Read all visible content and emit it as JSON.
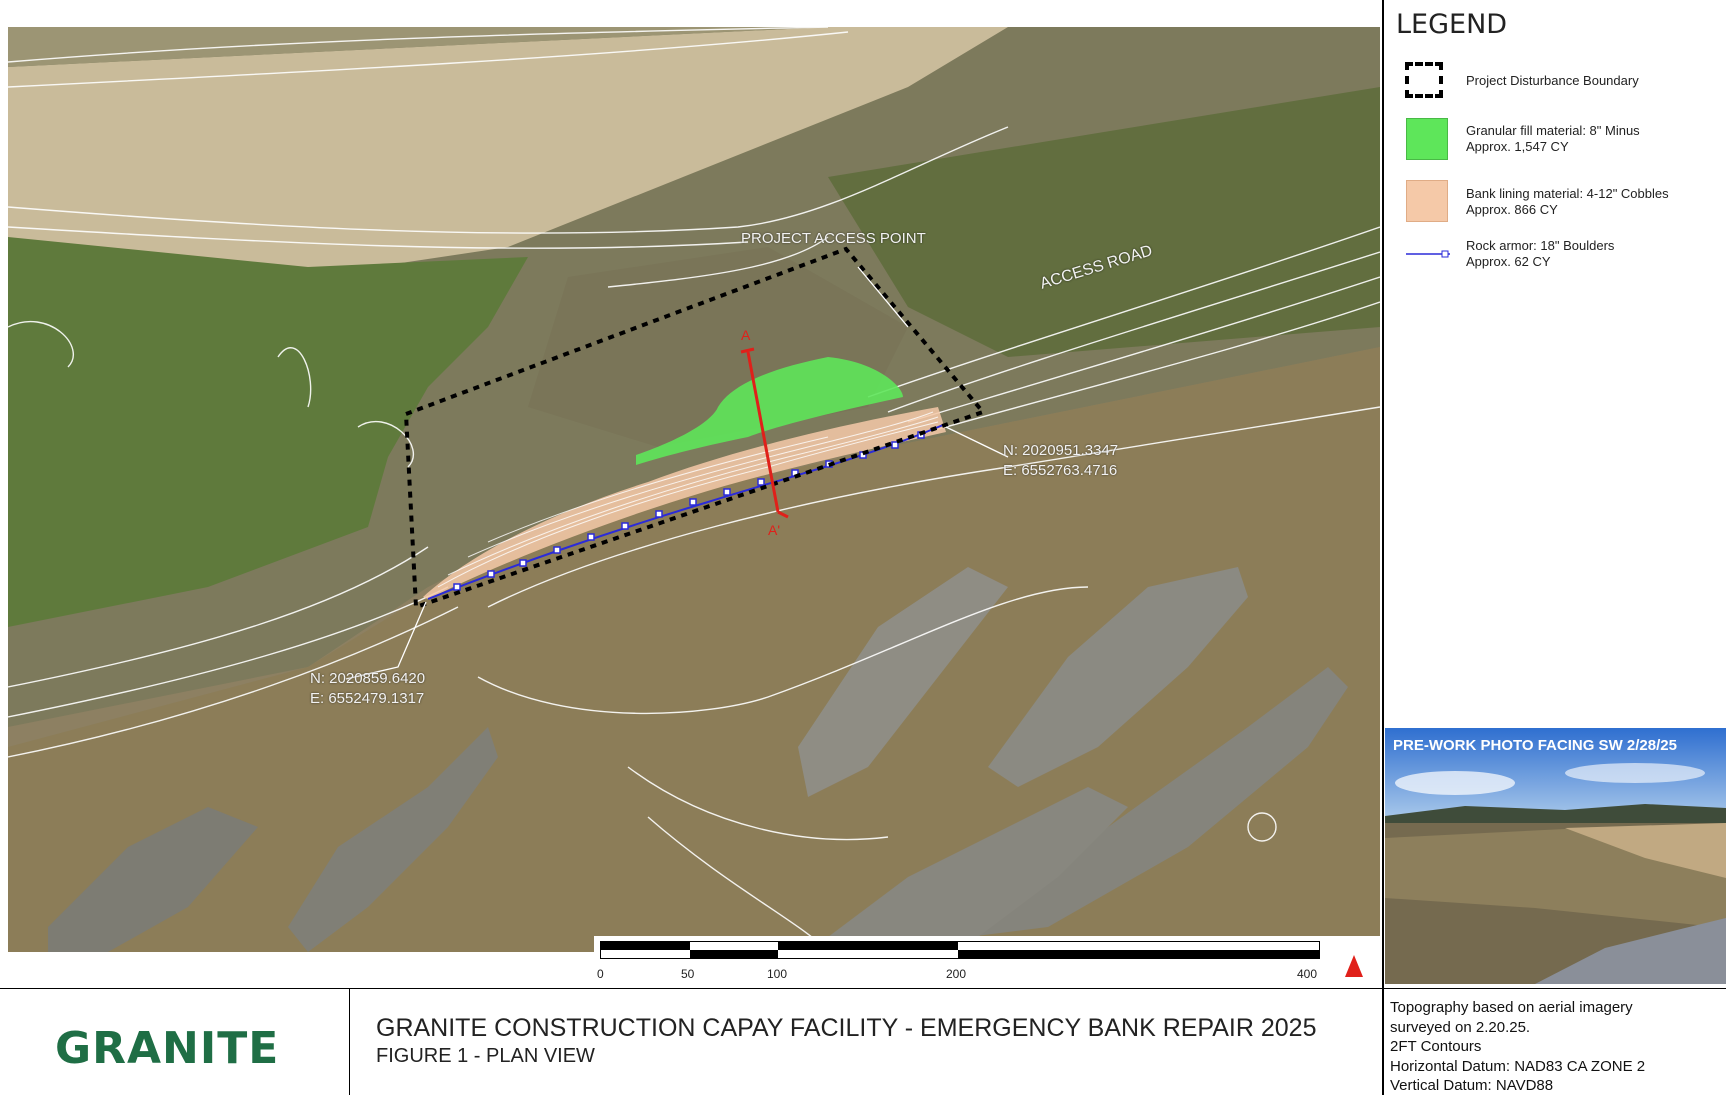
{
  "map": {
    "labels": {
      "access_point": "PROJECT ACCESS POINT",
      "access_road": "ACCESS ROAD",
      "coord_ne_n": "N: 2020951.3347",
      "coord_ne_e": "E: 6552763.4716",
      "coord_sw_n": "N: 2020859.6420",
      "coord_sw_e": "E: 6552479.1317",
      "section_top": "A",
      "section_bottom": "A'"
    },
    "colors": {
      "granular_fill": "#5ee65a",
      "bank_lining": "#f5c9a8",
      "rock_armor": "#2b2bd9",
      "section_line": "#e0201a",
      "boundary": "#000000"
    }
  },
  "legend": {
    "title": "LEGEND",
    "items": [
      {
        "line1": "Project Disturbance Boundary",
        "line2": ""
      },
      {
        "line1": "Granular fill material: 8\" Minus",
        "line2": "Approx. 1,547 CY"
      },
      {
        "line1": "Bank lining material: 4-12\" Cobbles",
        "line2": "Approx. 866 CY"
      },
      {
        "line1": "Rock armor: 18\" Boulders",
        "line2": "Approx. 62 CY"
      }
    ]
  },
  "photo": {
    "title": "PRE-WORK PHOTO FACING SW 2/28/25"
  },
  "scale_bar": {
    "ticks": [
      "0",
      "50",
      "100",
      "200",
      "400"
    ]
  },
  "footer": {
    "logo": "GRANITE",
    "title": "GRANITE CONSTRUCTION CAPAY FACILITY - EMERGENCY BANK REPAIR 2025",
    "subtitle": "FIGURE 1 - PLAN VIEW",
    "notes": [
      "Topography based on aerial imagery",
      "surveyed on 2.20.25.",
      "2FT Contours",
      "Horizontal Datum: NAD83 CA ZONE 2",
      "Vertical Datum: NAVD88"
    ]
  }
}
